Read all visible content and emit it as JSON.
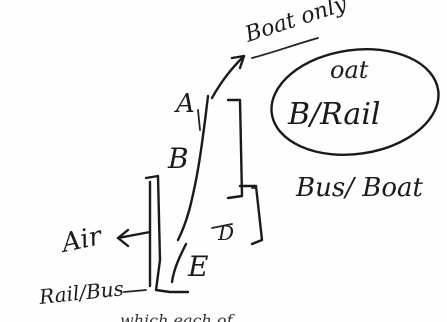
{
  "sketch": {
    "labels": {
      "boat_only": "Boat only",
      "boat_over": "oat",
      "b_rail": "B/Rail",
      "bus_boat": "Bus/ Boat",
      "air": "Air",
      "rail_bus": "Rail/Bus",
      "node_a": "A",
      "node_b": "B",
      "node_d": "D",
      "node_e": "E",
      "bottom_fragment": "which each of"
    }
  }
}
